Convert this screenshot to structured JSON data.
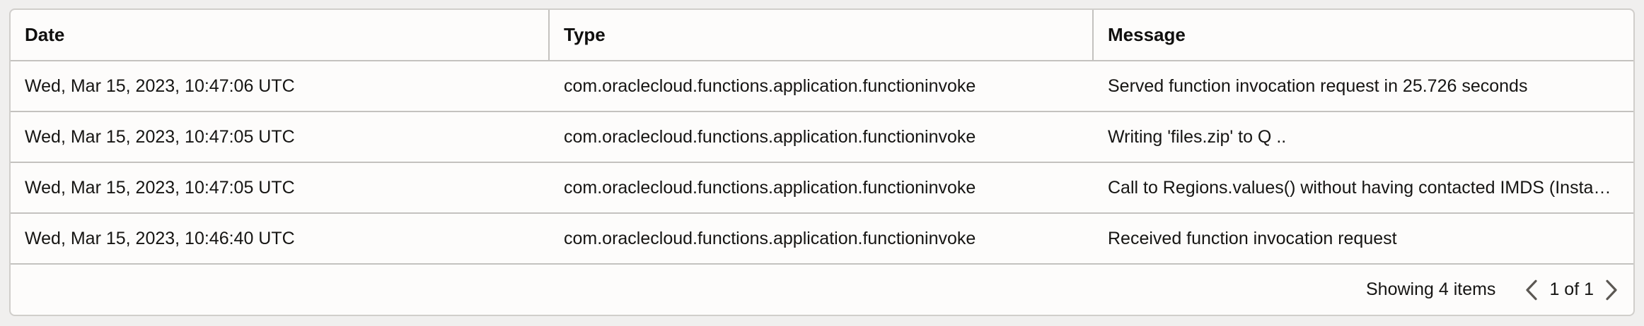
{
  "colors": {
    "page_background": "#f0efee",
    "table_background": "#fdfcfb",
    "outer_border": "#d0cecb",
    "divider": "#c4c2bf",
    "text": "#161513",
    "chevron": "#5b5752"
  },
  "table": {
    "columns": [
      {
        "id": "date",
        "label": "Date"
      },
      {
        "id": "type",
        "label": "Type"
      },
      {
        "id": "message",
        "label": "Message"
      }
    ],
    "rows": [
      {
        "date": "Wed, Mar 15, 2023, 10:47:06 UTC",
        "type": "com.oraclecloud.functions.application.functioninvoke",
        "message": "Served function invocation request in 25.726 seconds"
      },
      {
        "date": "Wed, Mar 15, 2023, 10:47:05 UTC",
        "type": "com.oraclecloud.functions.application.functioninvoke",
        "message": "Writing 'files.zip' to Q .."
      },
      {
        "date": "Wed, Mar 15, 2023, 10:47:05 UTC",
        "type": "com.oraclecloud.functions.application.functioninvoke",
        "message": "Call to Regions.values() without having contacted IMDS (Insta…"
      },
      {
        "date": "Wed, Mar 15, 2023, 10:46:40 UTC",
        "type": "com.oraclecloud.functions.application.functioninvoke",
        "message": "Received function invocation request"
      }
    ],
    "footer": {
      "summary": "Showing 4 items",
      "page_indicator": "1 of 1",
      "prev_icon": "chevron-left",
      "next_icon": "chevron-right"
    }
  }
}
